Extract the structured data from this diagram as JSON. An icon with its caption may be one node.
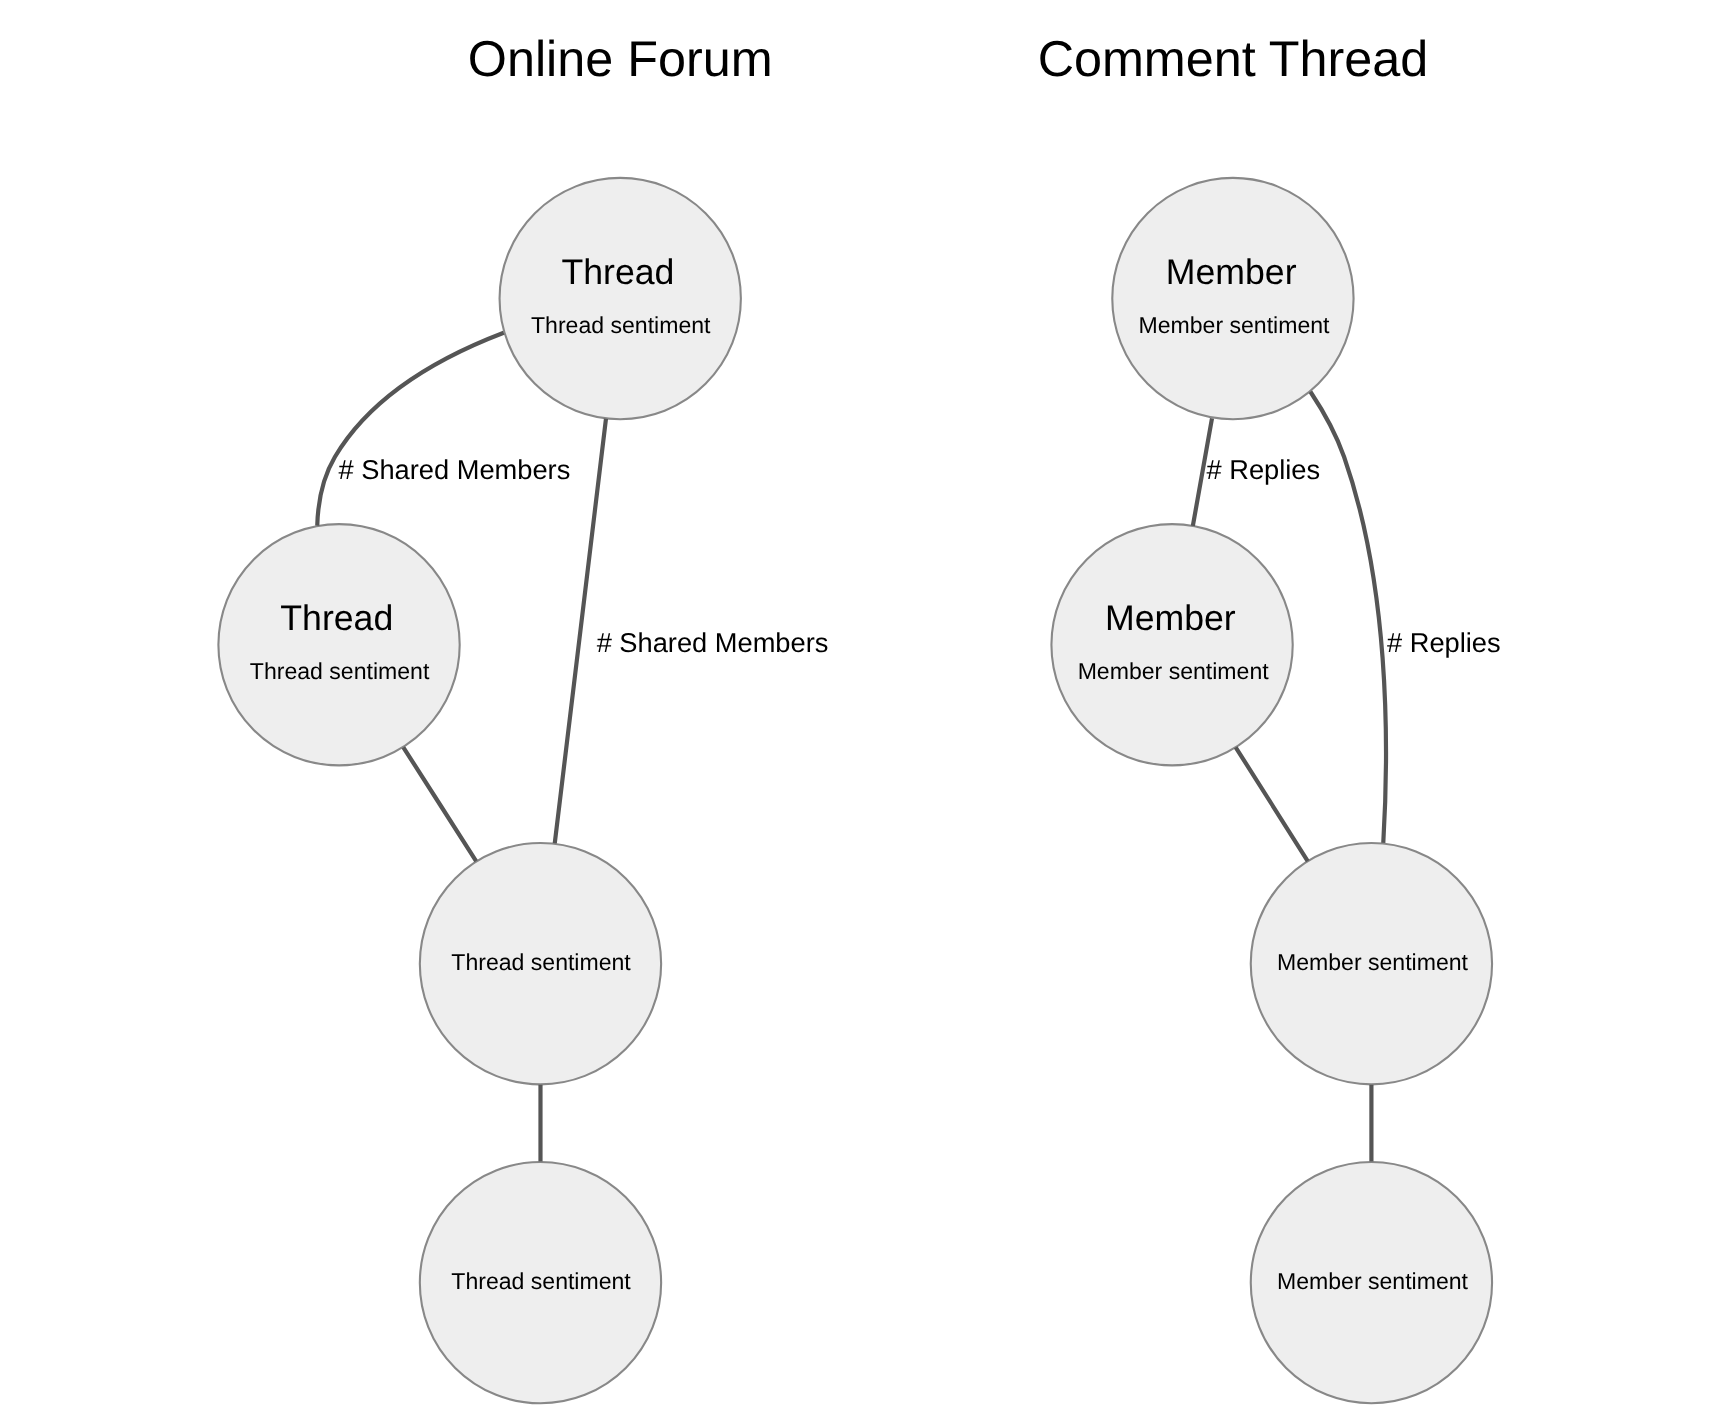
{
  "diagram": {
    "nodes": [
      {
        "text": [
          "Thread",
          "Thread sentiment"
        ]
      },
      {
        "text": [
          "Thread",
          "Thread sentiment"
        ]
      },
      {
        "text": [
          "Thread sentiment"
        ]
      },
      {
        "text": [
          "Thread sentiment"
        ]
      },
      {
        "text": [
          "Member",
          "Member sentiment"
        ]
      },
      {
        "text": [
          "Member",
          "Member sentiment"
        ]
      },
      {
        "text": [
          "Member sentiment"
        ]
      },
      {
        "text": [
          "Member sentiment"
        ]
      }
    ],
    "edges": [
      {
        "from": 0,
        "to": 1,
        "arrow": "none",
        "label": "# Shared Members"
      },
      {
        "from": 0,
        "to": 2,
        "arrow": "none",
        "label": "# Shared Members"
      },
      {
        "from": 1,
        "to": 2,
        "arrow": "none"
      },
      {
        "from": 2,
        "to": 3,
        "arrow": "none"
      },
      {
        "from": 4,
        "to": 5,
        "arrow": "none",
        "label": "# Replies"
      },
      {
        "from": 4,
        "to": 6,
        "arrow": "none",
        "label": "# Replies"
      },
      {
        "from": 5,
        "to": 6,
        "arrow": "none"
      },
      {
        "from": 6,
        "to": 7,
        "arrow": "none"
      }
    ],
    "labels": [
      "Online Forum",
      "Comment Thread"
    ]
  }
}
